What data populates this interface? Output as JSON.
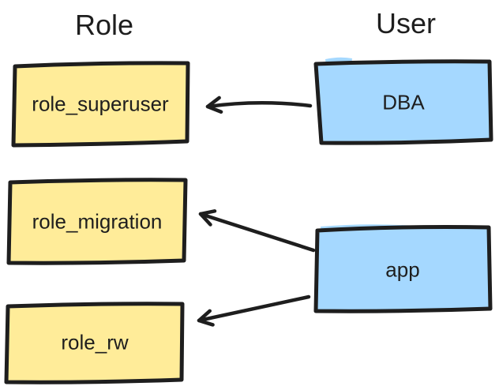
{
  "diagram": {
    "headers": {
      "left": "Role",
      "right": "User"
    },
    "roles": [
      {
        "id": "role_superuser",
        "label": "role_superuser"
      },
      {
        "id": "role_migration",
        "label": "role_migration"
      },
      {
        "id": "role_rw",
        "label": "role_rw"
      }
    ],
    "users": [
      {
        "id": "DBA",
        "label": "DBA"
      },
      {
        "id": "app",
        "label": "app"
      }
    ],
    "edges": [
      {
        "from": "DBA",
        "to": "role_superuser"
      },
      {
        "from": "app",
        "to": "role_migration"
      },
      {
        "from": "app",
        "to": "role_rw"
      }
    ],
    "colors": {
      "role_fill": "#ffec99",
      "user_fill": "#a5d8ff",
      "stroke": "#1e1e1e",
      "background": "#ffffff"
    }
  }
}
